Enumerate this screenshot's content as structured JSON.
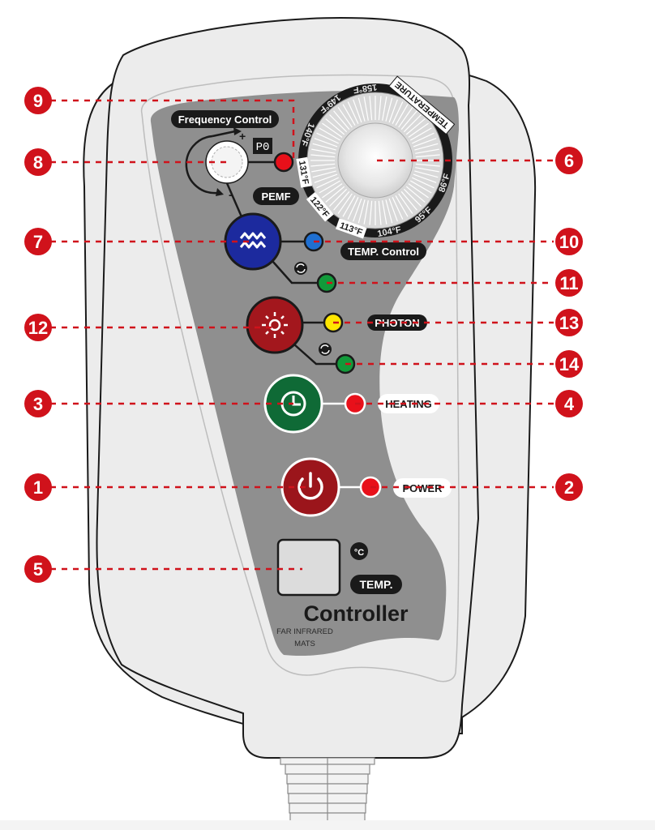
{
  "device": {
    "brand_title": "Controller",
    "subtitle_line1": "FAR INFRARED",
    "subtitle_line2": "MATS"
  },
  "labels": {
    "frequency_control": "Frequency Control",
    "frequency_display": "P0",
    "plus": "+",
    "minus": "-",
    "pemf": "PEMF",
    "temp_control": "TEMP. Control",
    "photon": "PHOTON",
    "heating": "HEATING",
    "power": "POWER",
    "celsius": "°C",
    "temp": "TEMP."
  },
  "dial": {
    "title": "TEMPERATURE",
    "ticks": [
      "86°F",
      "95°F",
      "104°F",
      "113°F",
      "122°F",
      "131°F",
      "140°F",
      "149°F",
      "158°F"
    ]
  },
  "colors": {
    "callout_red": "#d0121b",
    "panel_gray": "#8f8f8f",
    "body_light": "#ececec",
    "pemf_blue": "#1c2a9e",
    "photon_red": "#a3171d",
    "timer_green": "#0f6a36",
    "power_red": "#9b151b",
    "led_red": "#e8101a",
    "led_blue": "#1f6fd1",
    "led_green": "#119a3a",
    "led_yellow": "#ffe600"
  },
  "callouts": [
    {
      "num": "1",
      "side": "left",
      "target": "power-button"
    },
    {
      "num": "2",
      "side": "right",
      "target": "power-indicator"
    },
    {
      "num": "3",
      "side": "left",
      "target": "timer-button"
    },
    {
      "num": "4",
      "side": "right",
      "target": "heating-indicator"
    },
    {
      "num": "5",
      "side": "left",
      "target": "temperature-display"
    },
    {
      "num": "6",
      "side": "right",
      "target": "temperature-dial"
    },
    {
      "num": "7",
      "side": "left",
      "target": "pemf-button"
    },
    {
      "num": "8",
      "side": "left",
      "target": "frequency-knob"
    },
    {
      "num": "9",
      "side": "left",
      "target": "frequency-indicator"
    },
    {
      "num": "10",
      "side": "right",
      "target": "temp-control-indicator"
    },
    {
      "num": "11",
      "side": "right",
      "target": "pemf-cycle-indicator"
    },
    {
      "num": "12",
      "side": "left",
      "target": "photon-button"
    },
    {
      "num": "13",
      "side": "right",
      "target": "photon-indicator"
    },
    {
      "num": "14",
      "side": "right",
      "target": "photon-cycle-indicator"
    }
  ]
}
